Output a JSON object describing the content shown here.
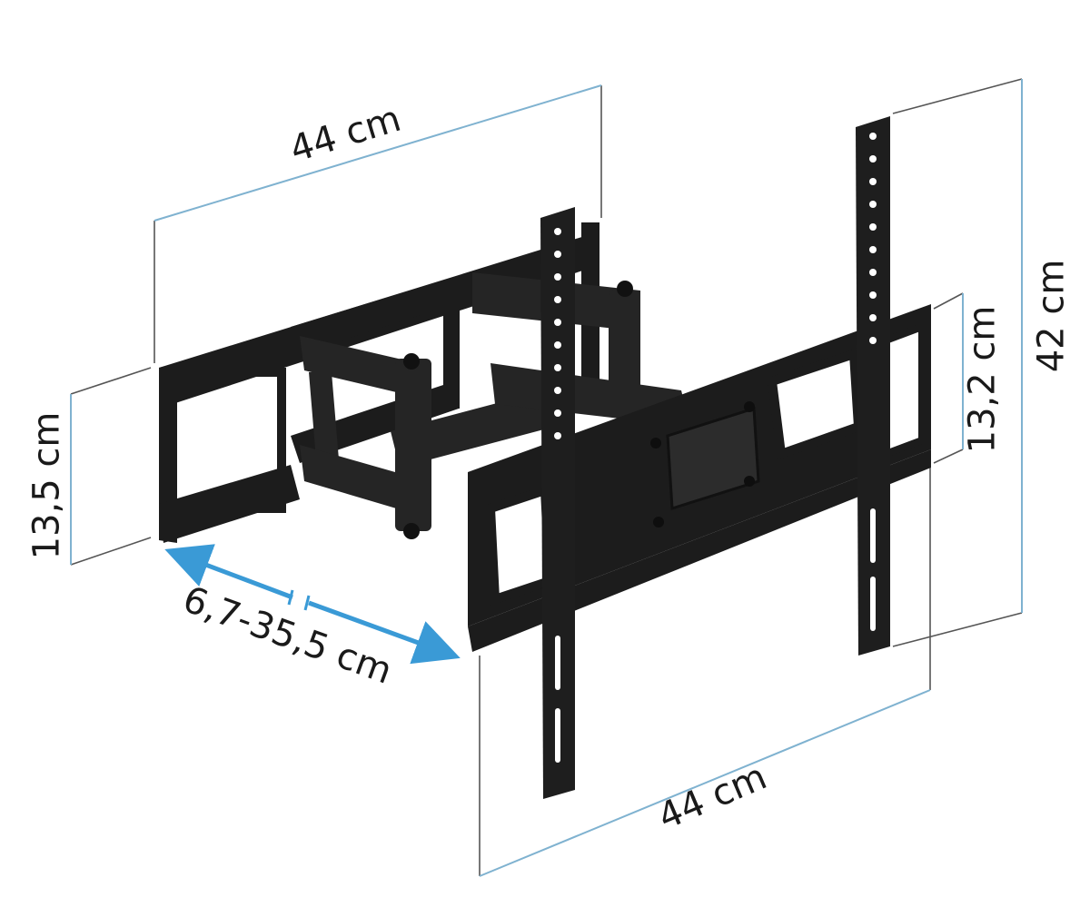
{
  "diagram": {
    "subject": "Full-motion TV wall mount (double articulating arm)",
    "colors": {
      "background": "#ffffff",
      "mount": "#1c1c1c",
      "mount_highlight": "#3a3a3a",
      "dimension_line": "#7fb2d0",
      "extension_arrow": "#3a9ad6",
      "extension_line": "#444444",
      "label_text": "#1a1a1a"
    },
    "dimensions": {
      "wall_plate_width": {
        "label": "44 cm"
      },
      "wall_plate_height": {
        "label": "13,5 cm"
      },
      "extension_range": {
        "label": "6,7-35,5 cm"
      },
      "tv_bracket_height": {
        "label": "42 cm"
      },
      "tv_rail_height": {
        "label": "13,2 cm"
      },
      "tv_bracket_width": {
        "label": "44 cm"
      }
    }
  }
}
